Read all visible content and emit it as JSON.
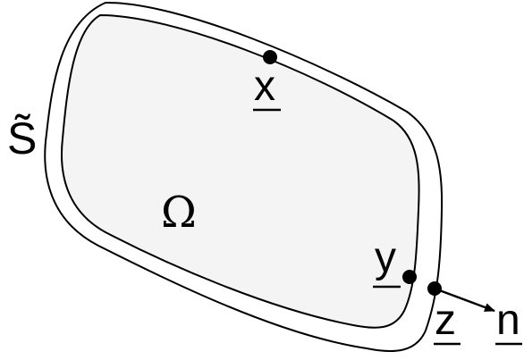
{
  "diagram": {
    "labels": {
      "surface": "S̃",
      "domain": "Ω",
      "point_x": "x",
      "point_y": "y",
      "point_z": "z",
      "normal": "n"
    },
    "colors": {
      "stroke": "#000000",
      "domain_fill": "#f4f4f4",
      "background": "#ffffff"
    }
  }
}
